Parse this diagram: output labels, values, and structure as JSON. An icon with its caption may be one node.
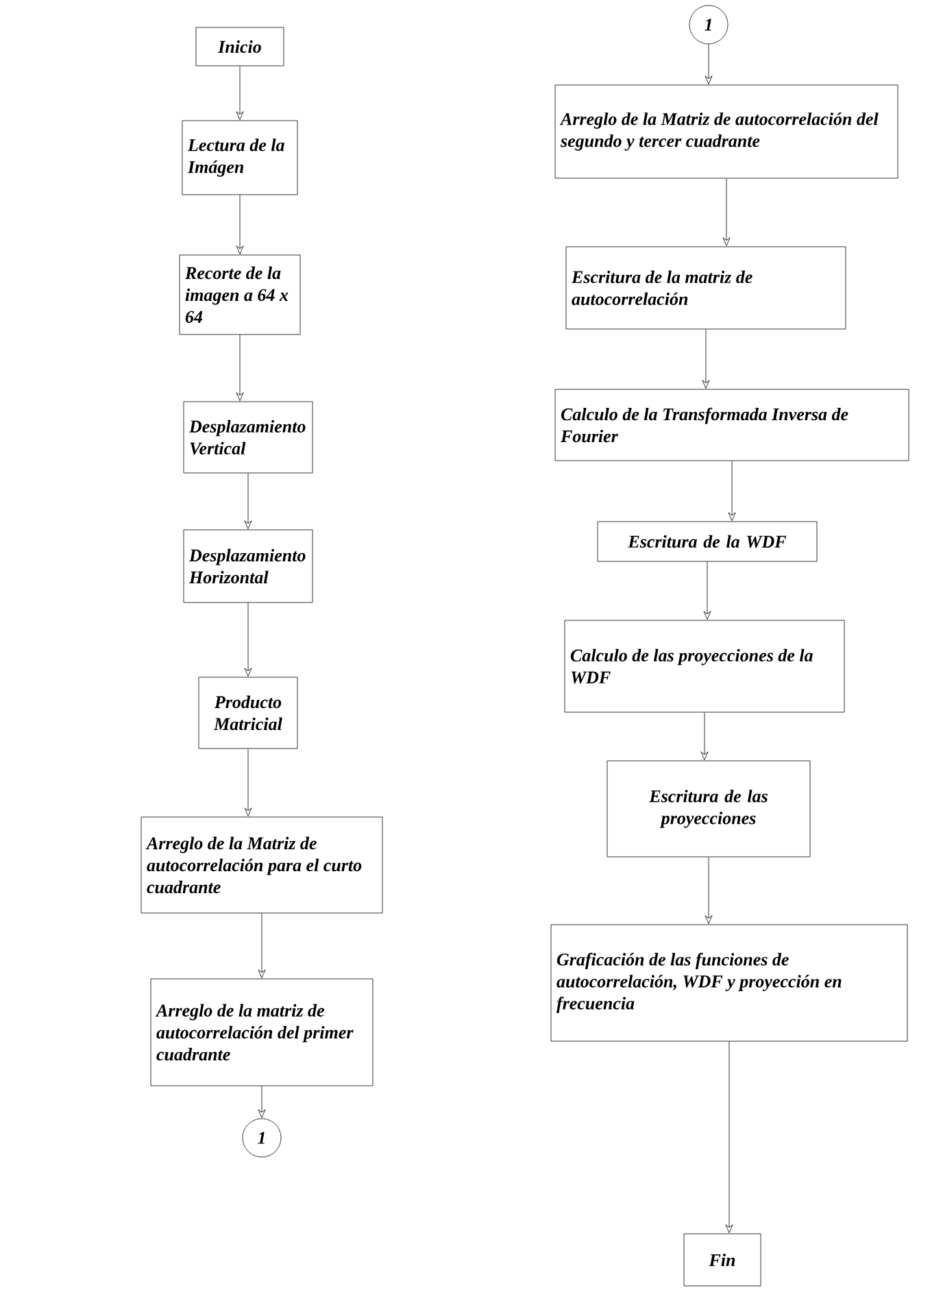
{
  "diagram": {
    "nodes": [
      {
        "text": [
          "Inicio"
        ]
      },
      {
        "text": [
          "Lectura de la Imágen"
        ]
      },
      {
        "text": [
          "Recorte de la imagen a 64 x 64"
        ]
      },
      {
        "text": [
          "Desplazamiento Vertical"
        ]
      },
      {
        "text": [
          "Desplazamiento Horizontal"
        ]
      },
      {
        "text": [
          "Producto Matricial"
        ]
      },
      {
        "text": [
          "Arreglo de la Matriz de autocorrelación para el curto cuadrante"
        ]
      },
      {
        "text": [
          "Arreglo de la matriz de autocorrelación del primer cuadrante"
        ]
      },
      {
        "text": [
          "1"
        ]
      },
      {
        "text": [
          "1"
        ]
      },
      {
        "text": [
          "Arreglo de la Matriz de autocorrelación del segundo y tercer cuadrante"
        ]
      },
      {
        "text": [
          "Escritura de la matriz de autocorrelación"
        ]
      },
      {
        "text": [
          "Calculo de la Transformada Inversa de Fourier"
        ]
      },
      {
        "text": [
          "Escritura de la WDF"
        ]
      },
      {
        "text": [
          "Calculo de las proyecciones de la WDF"
        ]
      },
      {
        "text": [
          "Escritura de las proyecciones"
        ]
      },
      {
        "text": [
          "Graficación de las funciones de autocorrelación, WDF y proyección en frecuencia"
        ]
      },
      {
        "text": [
          "Fin"
        ]
      }
    ],
    "edges": [
      {
        "from": 0,
        "to": 1,
        "arrow": "to"
      },
      {
        "from": 1,
        "to": 2,
        "arrow": "to"
      },
      {
        "from": 2,
        "to": 3,
        "arrow": "to"
      },
      {
        "from": 3,
        "to": 4,
        "arrow": "to"
      },
      {
        "from": 4,
        "to": 5,
        "arrow": "to"
      },
      {
        "from": 5,
        "to": 6,
        "arrow": "to"
      },
      {
        "from": 6,
        "to": 7,
        "arrow": "to"
      },
      {
        "from": 7,
        "to": 8,
        "arrow": "to"
      },
      {
        "from": 9,
        "to": 10,
        "arrow": "to"
      },
      {
        "from": 10,
        "to": 11,
        "arrow": "to"
      },
      {
        "from": 11,
        "to": 12,
        "arrow": "to"
      },
      {
        "from": 12,
        "to": 13,
        "arrow": "to"
      },
      {
        "from": 13,
        "to": 14,
        "arrow": "to"
      },
      {
        "from": 14,
        "to": 15,
        "arrow": "to"
      },
      {
        "from": 15,
        "to": 16,
        "arrow": "to"
      },
      {
        "from": 16,
        "to": 17,
        "arrow": "to"
      }
    ]
  }
}
